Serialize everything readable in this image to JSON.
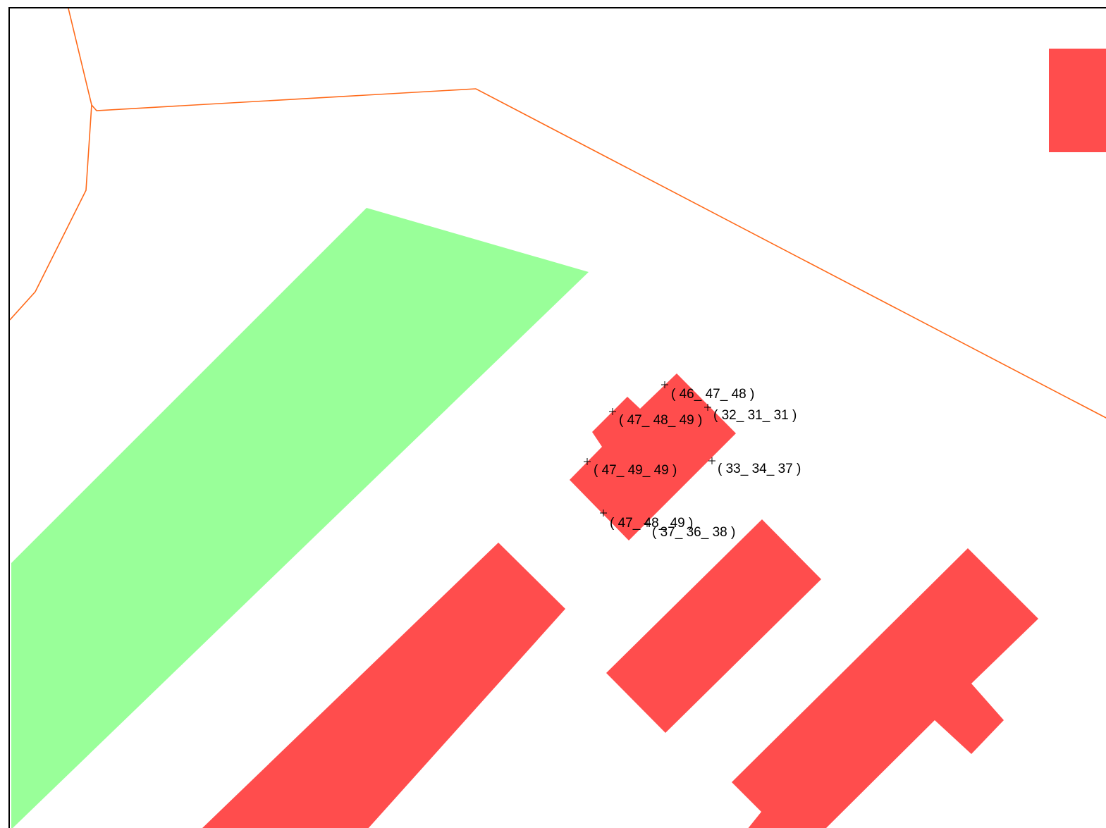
{
  "map": {
    "colors": {
      "building": "#ff4d4d",
      "green_area": "#99ff99",
      "boundary": "#ff6a1a",
      "label": "#000000",
      "background": "#ffffff"
    },
    "point_labels": [
      "( 46_ 47_ 48 )",
      "( 47_ 48_ 49 )",
      "( 32_ 31_ 31 )",
      "( 47_ 49_ 49 )",
      "( 33_ 34_ 37 )",
      "( 47_ 48_ 49 )",
      "( 37_ 36_ 38 )"
    ]
  }
}
